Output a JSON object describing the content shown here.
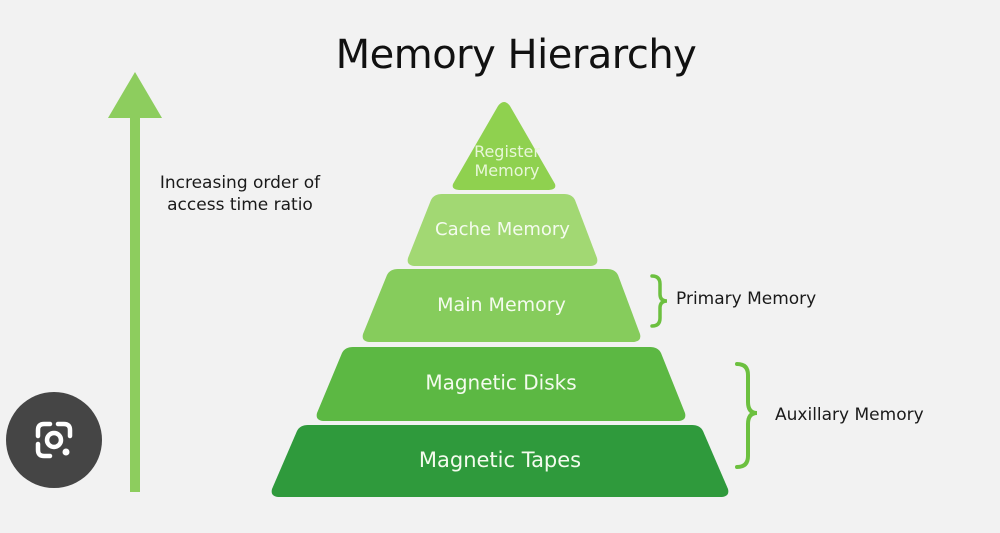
{
  "title": "Memory Hierarchy",
  "axis_note": [
    "Increasing order of",
    "access time ratio"
  ],
  "tiers": [
    {
      "label_lines": [
        "Register",
        "Memory"
      ],
      "color": "#8fd14f",
      "text_color": "#e8f7d8"
    },
    {
      "label_lines": [
        "Cache Memory"
      ],
      "color": "#a2d873",
      "text_color": "#f4fbee"
    },
    {
      "label_lines": [
        "Main Memory"
      ],
      "color": "#86cc5c",
      "text_color": "#f4fbee"
    },
    {
      "label_lines": [
        "Magnetic Disks"
      ],
      "color": "#5cb843",
      "text_color": "#f4fbee"
    },
    {
      "label_lines": [
        "Magnetic Tapes"
      ],
      "color": "#2f9a3c",
      "text_color": "#f4fbee"
    }
  ],
  "groups": {
    "primary": "Primary Memory",
    "auxiliary": "Auxillary Memory"
  },
  "colors": {
    "arrow": "#8dcd5e",
    "bracket": "#6cc03f",
    "background": "#f2f2f2",
    "lens_button": "#454545"
  },
  "icons": {
    "lens": "google-lens-camera-icon"
  }
}
